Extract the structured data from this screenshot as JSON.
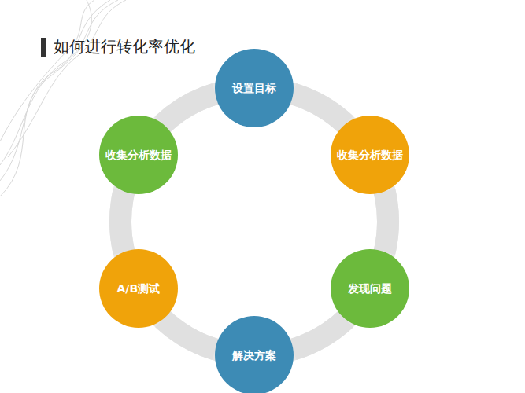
{
  "diagram": {
    "title": "如何进行转化率优化",
    "nodes": [
      {
        "text": [
          "设置目标"
        ]
      },
      {
        "text": [
          "收集分析数据"
        ]
      },
      {
        "text": [
          "收集分析数据"
        ]
      },
      {
        "text": [
          "A/B测试"
        ]
      },
      {
        "text": [
          "发现问题"
        ]
      },
      {
        "text": [
          "解决方案"
        ]
      }
    ],
    "edges": [
      {
        "from": 0,
        "to": 2,
        "arrow": "none"
      },
      {
        "from": 2,
        "to": 4,
        "arrow": "none"
      },
      {
        "from": 4,
        "to": 5,
        "arrow": "none"
      },
      {
        "from": 5,
        "to": 3,
        "arrow": "none"
      },
      {
        "from": 3,
        "to": 1,
        "arrow": "none"
      },
      {
        "from": 1,
        "to": 0,
        "arrow": "none"
      }
    ]
  }
}
